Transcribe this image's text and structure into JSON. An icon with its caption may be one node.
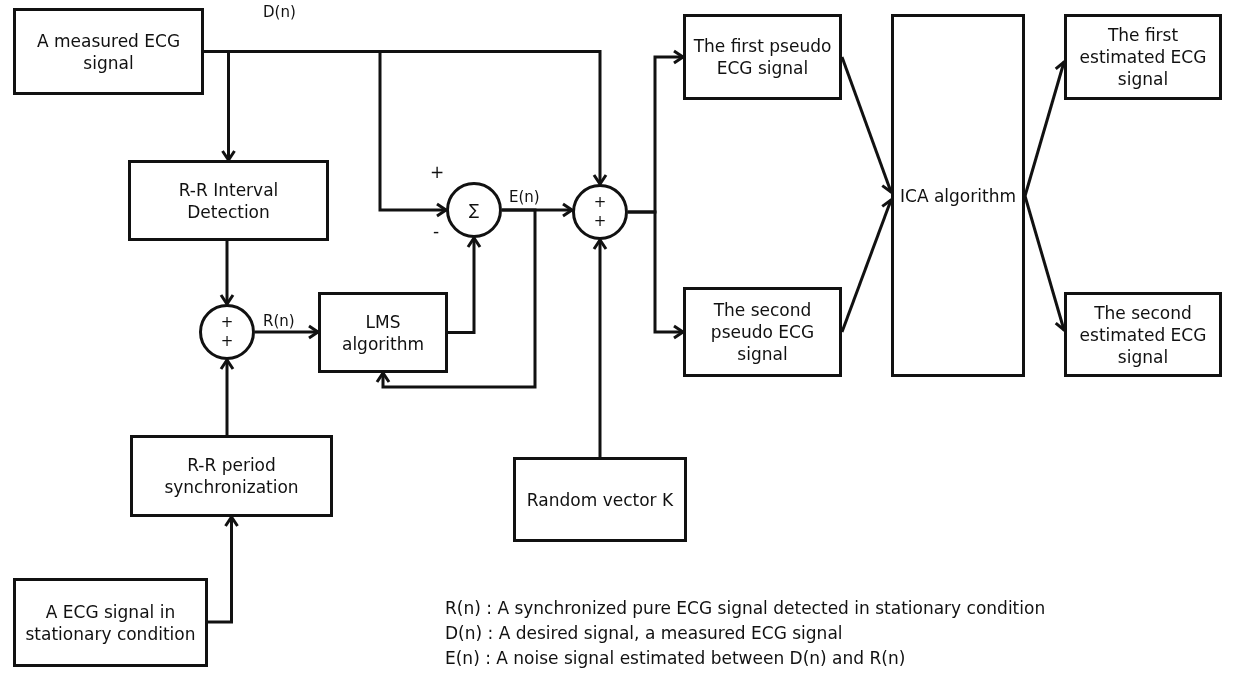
{
  "diagram": {
    "nodes": [
      {
        "text": [
          "A measured ECG signal"
        ]
      },
      {
        "text": [
          "R-R Interval Detection"
        ]
      },
      {
        "text": [
          "+",
          "+"
        ]
      },
      {
        "text": [
          "LMS algorithm"
        ]
      },
      {
        "text": [
          "∑"
        ],
        "beside": [
          "+",
          "-"
        ]
      },
      {
        "text": [
          "+",
          "+"
        ]
      },
      {
        "text": [
          "R-R period synchronization"
        ]
      },
      {
        "text": [
          "A ECG signal in stationary condition"
        ]
      },
      {
        "text": [
          "Random vector K"
        ]
      },
      {
        "text": [
          "The first pseudo ECG signal"
        ]
      },
      {
        "text": [
          "The second pseudo ECG signal"
        ]
      },
      {
        "text": [
          "ICA algorithm"
        ]
      },
      {
        "text": [
          "The first estimated ECG signal"
        ]
      },
      {
        "text": [
          "The second estimated ECG signal"
        ]
      }
    ],
    "edges": [
      {
        "from": 0,
        "to": 1,
        "arrow": "to"
      },
      {
        "from": 0,
        "to": 4,
        "arrow": "to"
      },
      {
        "from": 0,
        "to": 5,
        "arrow": "to",
        "label": "D(n)"
      },
      {
        "from": 1,
        "to": 2,
        "arrow": "to"
      },
      {
        "from": 2,
        "to": 3,
        "arrow": "to",
        "label": "R(n)"
      },
      {
        "from": 3,
        "to": 4,
        "arrow": "to"
      },
      {
        "from": 4,
        "to": 5,
        "arrow": "to",
        "label": "E(n)"
      },
      {
        "from": 4,
        "to": 3,
        "arrow": "to"
      },
      {
        "from": 6,
        "to": 2,
        "arrow": "to"
      },
      {
        "from": 7,
        "to": 6,
        "arrow": "to"
      },
      {
        "from": 8,
        "to": 5,
        "arrow": "to"
      },
      {
        "from": 5,
        "to": 9,
        "arrow": "to"
      },
      {
        "from": 5,
        "to": 10,
        "arrow": "to"
      },
      {
        "from": 9,
        "to": 11,
        "arrow": "to"
      },
      {
        "from": 10,
        "to": 11,
        "arrow": "to"
      },
      {
        "from": 11,
        "to": 12,
        "arrow": "to"
      },
      {
        "from": 11,
        "to": 13,
        "arrow": "to"
      }
    ],
    "labels": [
      "R(n) : A synchronized pure ECG signal detected in stationary condition",
      "D(n) : A desired signal, a measured ECG signal",
      "E(n) : A noise signal estimated between D(n) and R(n)"
    ]
  }
}
